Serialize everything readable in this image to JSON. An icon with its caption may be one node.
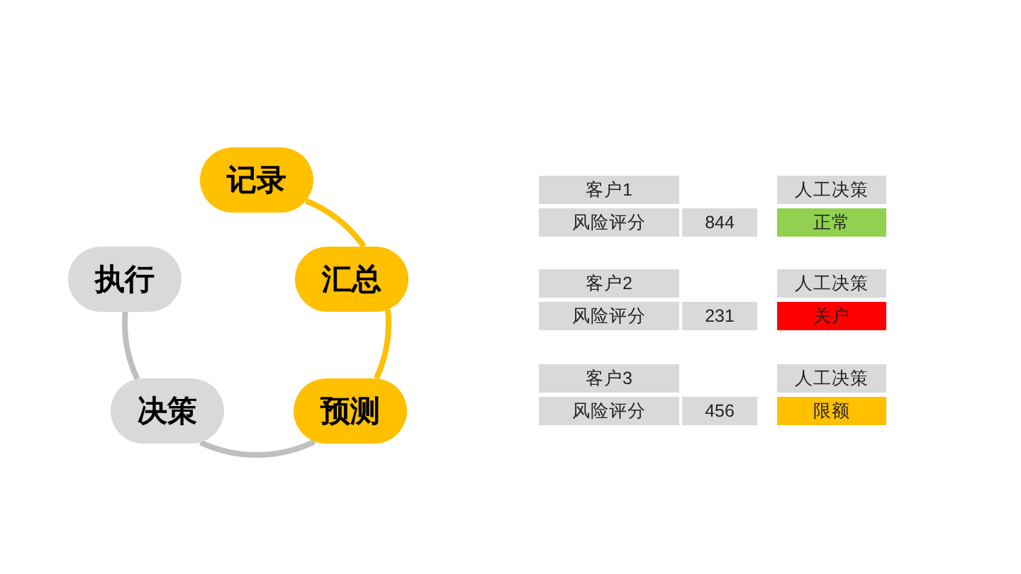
{
  "diagram": {
    "nodes": [
      {
        "text": [
          "记录"
        ]
      },
      {
        "text": [
          "汇总"
        ]
      },
      {
        "text": [
          "预测"
        ]
      },
      {
        "text": [
          "决策"
        ]
      },
      {
        "text": [
          "执行"
        ]
      }
    ],
    "edges": [
      {
        "from": 0,
        "to": 1,
        "arrow": "none",
        "color": "#ffc000"
      },
      {
        "from": 1,
        "to": 2,
        "arrow": "none",
        "color": "#ffc000"
      },
      {
        "from": 2,
        "to": 3,
        "arrow": "none",
        "color": "#bfbfbf"
      },
      {
        "from": 3,
        "to": 4,
        "arrow": "none",
        "color": "#bfbfbf"
      }
    ],
    "labels": [
      "客户1",
      "人工决策",
      "风险评分",
      "844",
      "正常",
      "客户2",
      "人工决策",
      "风险评分",
      "231",
      "关户",
      "客户3",
      "人工决策",
      "风险评分",
      "456",
      "限额"
    ]
  }
}
